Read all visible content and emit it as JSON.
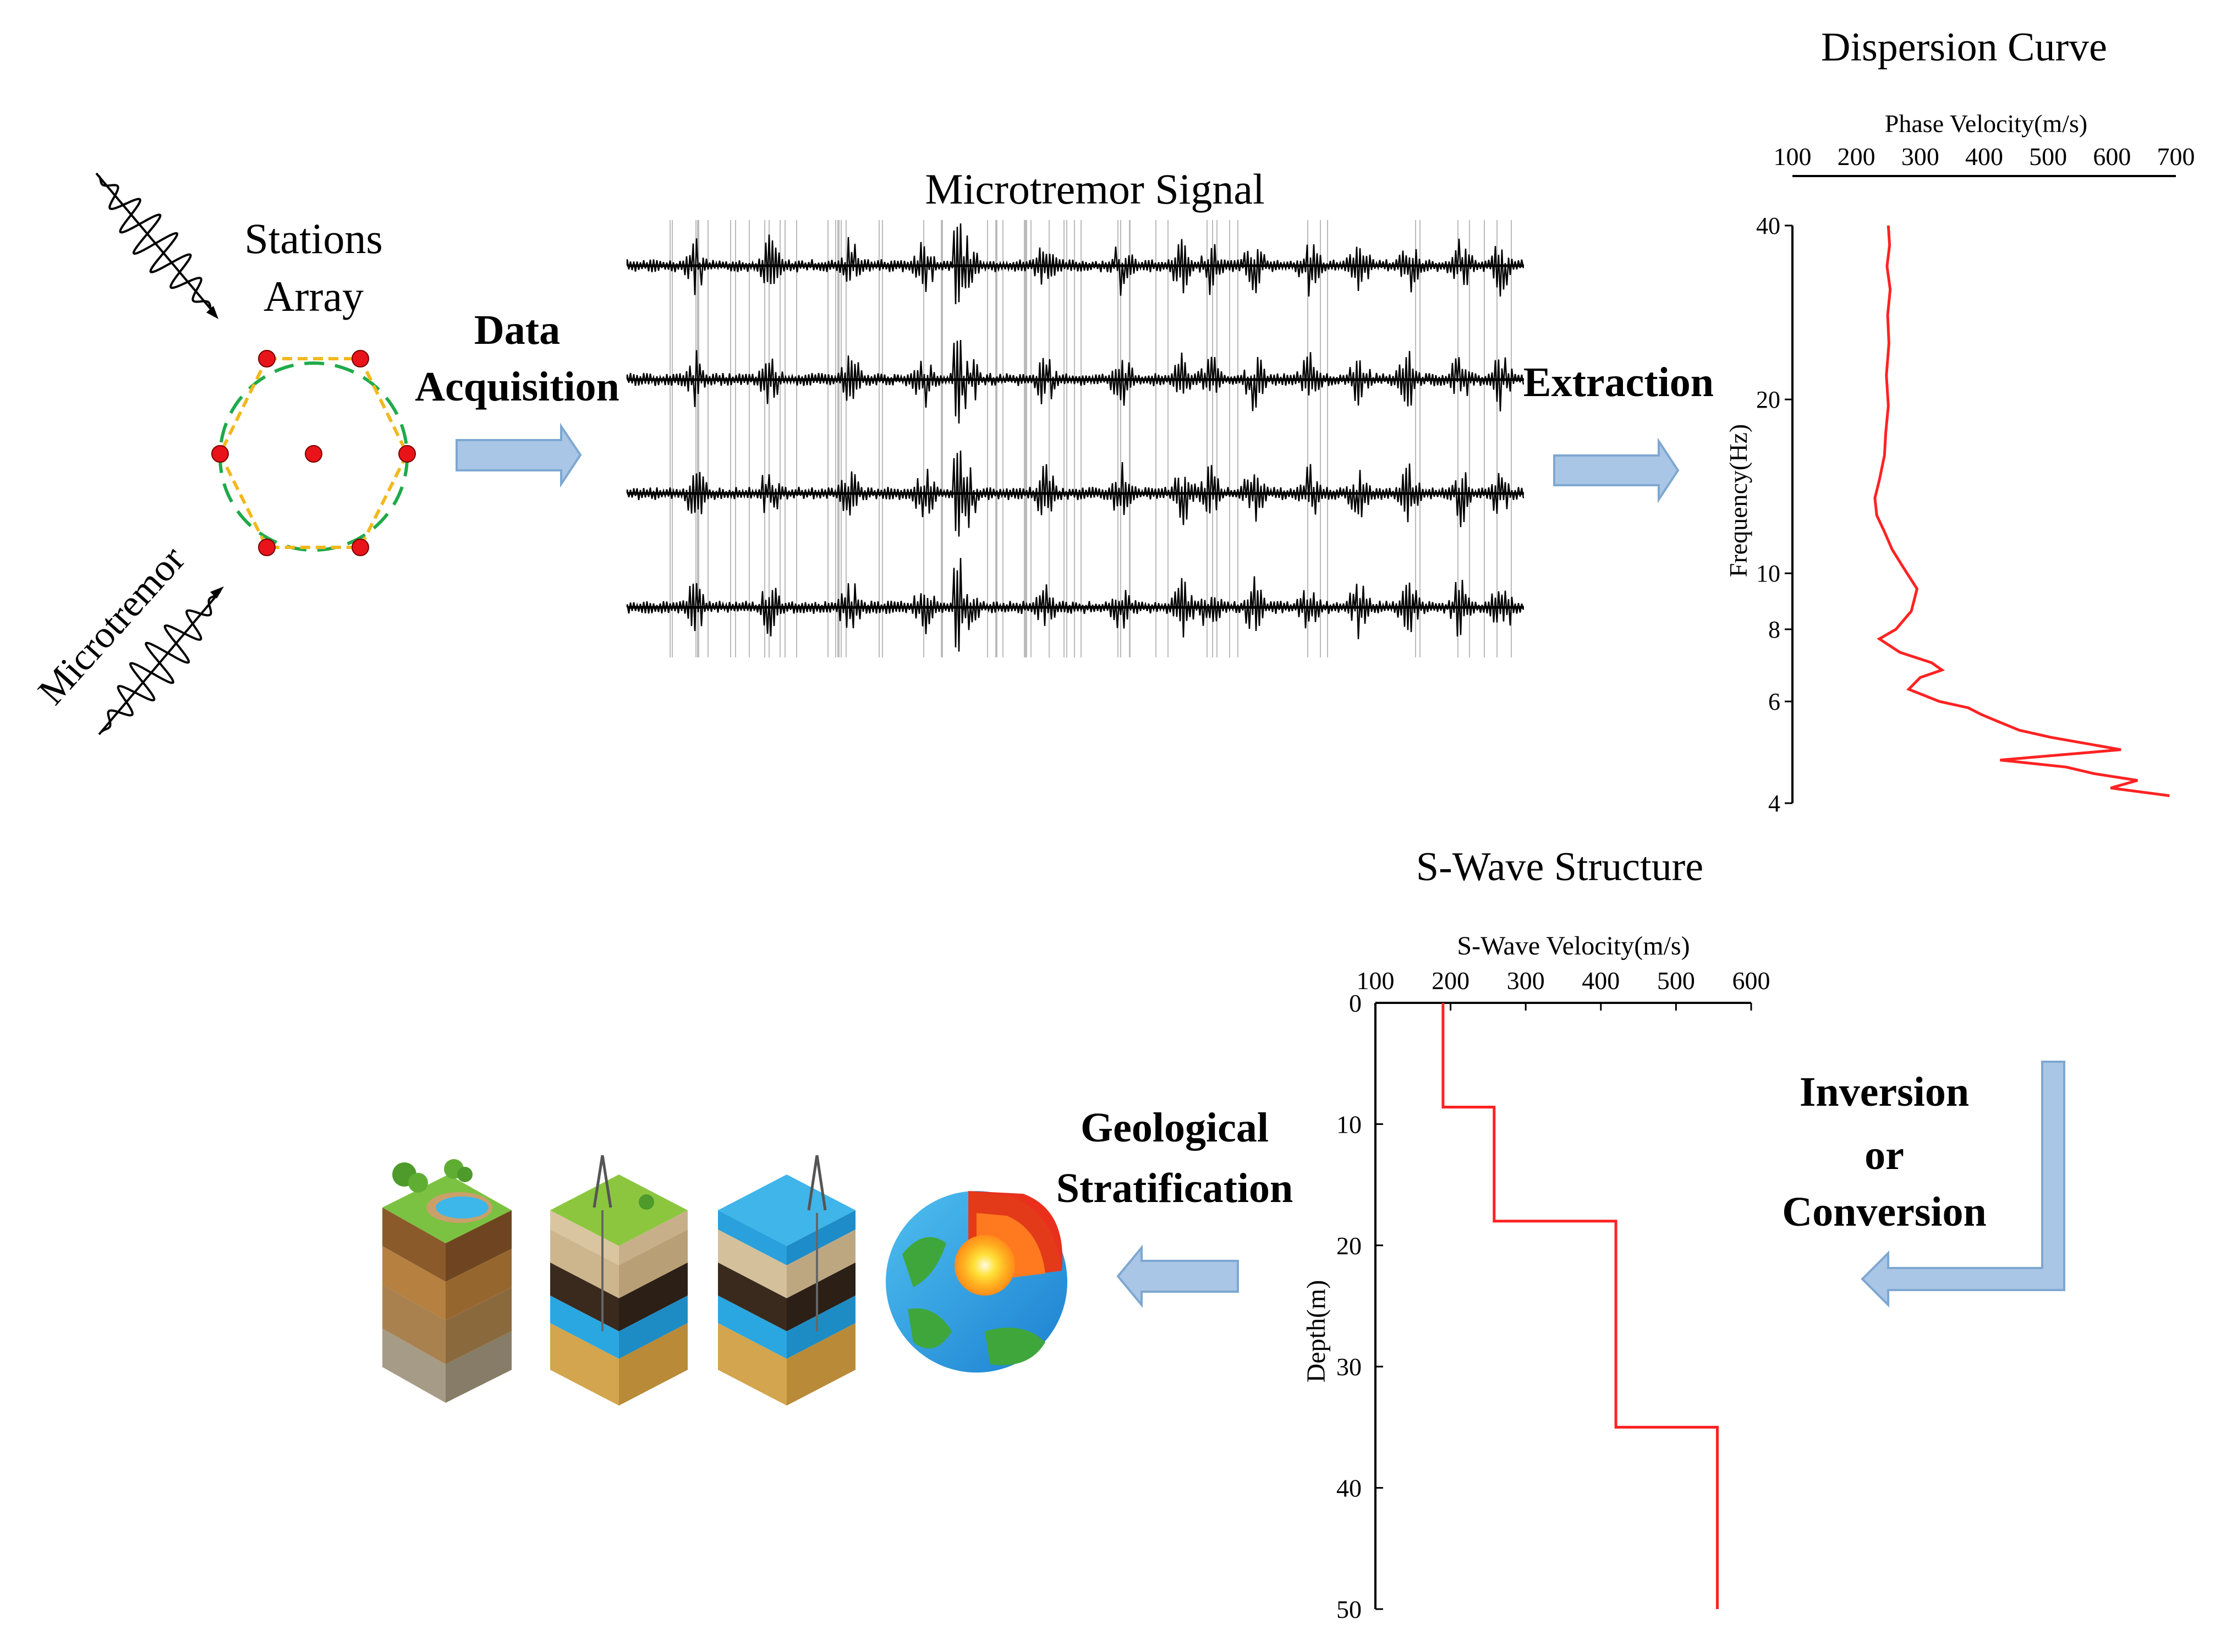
{
  "microtremor_label": "Microtremor",
  "stations_array": {
    "line1": "Stations",
    "line2": "Array"
  },
  "steps": {
    "data_acquisition": [
      "Data",
      "Acquisition"
    ],
    "extraction": "Extraction",
    "inversion": [
      "Inversion",
      "or",
      "Conversion"
    ],
    "geological": [
      "Geological",
      "Stratification"
    ]
  },
  "signal": {
    "title": "Microtremor Signal",
    "trace_count": 4
  },
  "colors": {
    "arrow_fill": "#a9c6e6",
    "arrow_stroke": "#7ea7d1",
    "station_red": "#e8141a",
    "hexagon": "#f2b81c",
    "circle": "#1faa4a",
    "curve_red": "#ff2222"
  },
  "icons": [
    "landscape-soil-block-icon",
    "oil-derrick-block-icon",
    "offshore-rig-block-icon",
    "earth-core-icon"
  ],
  "chart_data": [
    {
      "type": "line",
      "title": "Dispersion Curve",
      "xlabel": "Phase Velocity(m/s)",
      "ylabel": "Frequency(Hz)",
      "x_ticks": [
        "100",
        "200",
        "300",
        "400",
        "500",
        "600",
        "700"
      ],
      "y_ticks": [
        "40",
        "20",
        "10",
        "8",
        "6",
        "4"
      ],
      "xlim": [
        100,
        700
      ],
      "ylim": [
        4,
        40
      ],
      "y_scale": "log",
      "x_axis_position": "top",
      "series": [
        {
          "x": [
            250,
            252,
            248,
            253,
            249,
            251,
            247,
            250,
            246,
            244,
            236,
            229,
            232,
            244,
            256,
            272,
            295,
            286,
            262,
            236,
            268,
            318,
            334,
            300,
            282,
            330,
            375,
            395,
            420,
            455,
            505,
            614,
            425,
            528,
            572,
            640,
            598,
            690
          ],
          "y": [
            40,
            37,
            34,
            31,
            28,
            25,
            22,
            19.5,
            17.5,
            16,
            14.5,
            13.5,
            12.6,
            11.8,
            11,
            10.3,
            9.4,
            8.6,
            8,
            7.7,
            7.3,
            7,
            6.8,
            6.6,
            6.3,
            6,
            5.85,
            5.7,
            5.55,
            5.35,
            5.2,
            4.95,
            4.75,
            4.62,
            4.5,
            4.38,
            4.25,
            4.12
          ]
        }
      ]
    },
    {
      "type": "line",
      "title": "S-Wave Structure",
      "xlabel": "S-Wave Velocity(m/s)",
      "ylabel": "Depth(m)",
      "x_ticks": [
        "100",
        "200",
        "300",
        "400",
        "500",
        "600"
      ],
      "y_ticks": [
        "0",
        "10",
        "20",
        "30",
        "40",
        "50"
      ],
      "xlim": [
        100,
        600
      ],
      "ylim": [
        0,
        50
      ],
      "x_axis_position": "top",
      "series": [
        {
          "x": [
            190,
            190,
            258,
            258,
            420,
            420,
            555,
            555
          ],
          "y": [
            0,
            8.6,
            8.6,
            18,
            18,
            35,
            35,
            50
          ]
        }
      ]
    }
  ]
}
